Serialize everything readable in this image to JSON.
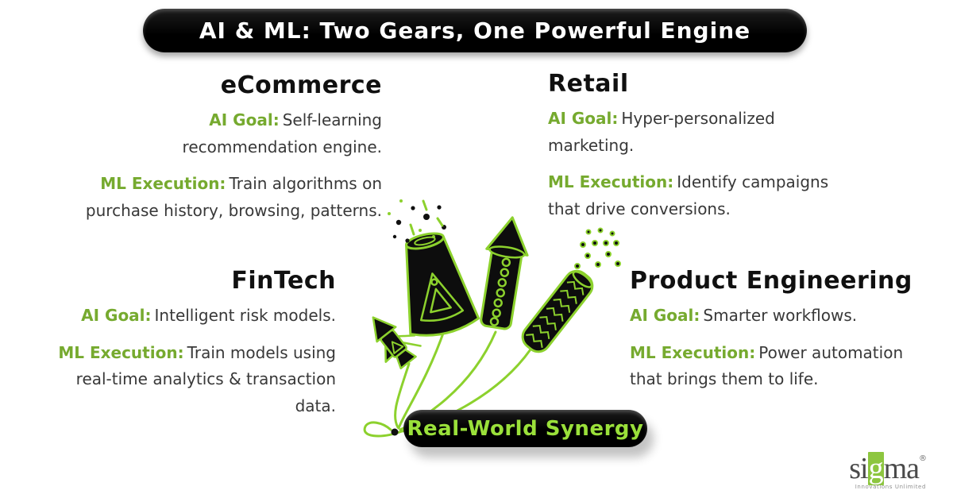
{
  "header": {
    "title": "AI & ML: Two Gears, One Powerful Engine"
  },
  "sections": {
    "ecommerce": {
      "heading": "eCommerce",
      "ai_label": "AI Goal:",
      "ai_text": "Self-learning recommendation engine.",
      "ml_label": "ML Execution:",
      "ml_text": "Train algorithms on purchase history, browsing, patterns."
    },
    "retail": {
      "heading": "Retail",
      "ai_label": "AI Goal:",
      "ai_text": "Hyper-personalized marketing.",
      "ml_label": "ML Execution:",
      "ml_text": "Identify campaigns that drive conversions."
    },
    "fintech": {
      "heading": "FinTech",
      "ai_label": "AI Goal:",
      "ai_text": "Intelligent risk models.",
      "ml_label": "ML Execution:",
      "ml_text": "Train models using real-time analytics & transaction data."
    },
    "product_engineering": {
      "heading": "Product Engineering",
      "ai_label": "AI Goal:",
      "ai_text": "Smarter workflows.",
      "ml_label": "ML Execution:",
      "ml_text": "Power automation that brings them to life."
    }
  },
  "footer": {
    "synergy_label": "Real-World Synergy"
  },
  "logo": {
    "pre": "si",
    "mid": "g",
    "post": "ma",
    "registered": "®",
    "tagline": "Innovations Unlimited"
  },
  "illustration": {
    "name": "fireworks-rockets-with-fuses",
    "items": [
      "small-rocket",
      "cone-fountain",
      "rocket",
      "firecracker-cylinder"
    ],
    "fuse_style": "four green fuse lines converging to a dot beside the synergy pill"
  },
  "colors": {
    "accent_green": "#76aa2f",
    "illustration_green": "#8cd12d",
    "synergy_green": "#9ae03a",
    "pill_black": "#0a0a0a",
    "text_dark": "#383838",
    "logo_green": "#8dc63f",
    "background": "#ffffff"
  }
}
